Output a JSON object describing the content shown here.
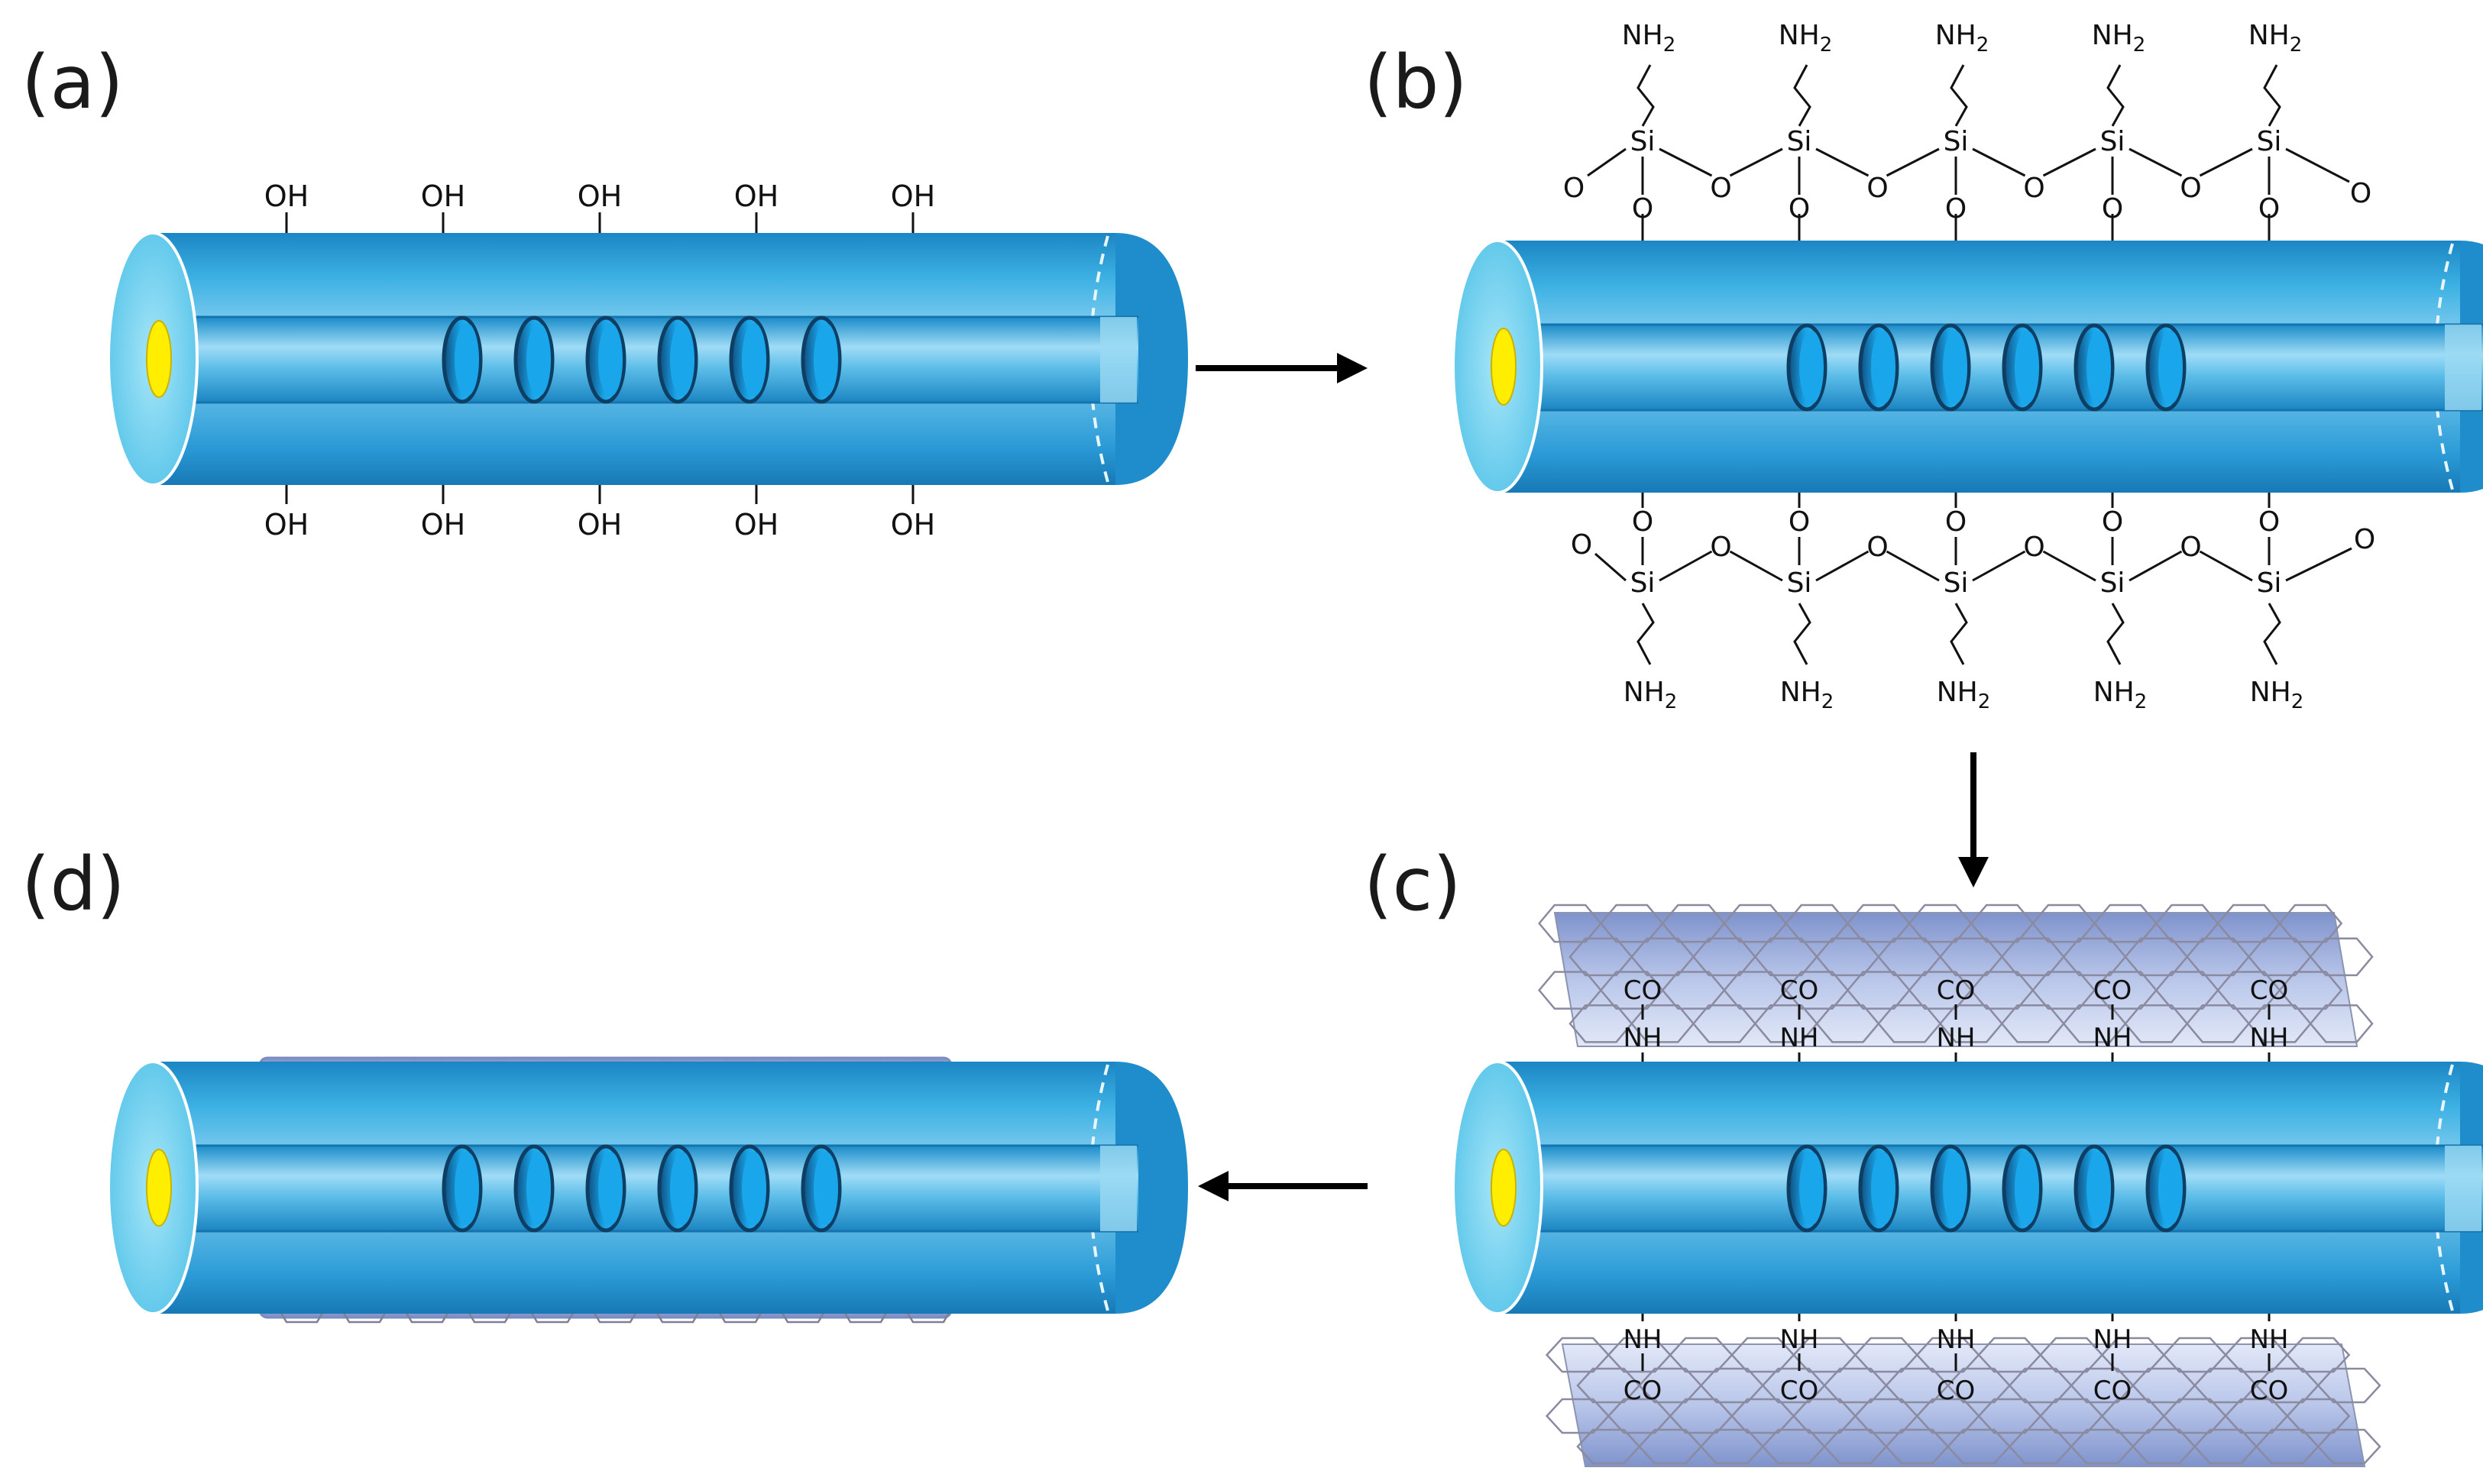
{
  "panels": {
    "a": {
      "label": "(a)",
      "group": "OH"
    },
    "b": {
      "label": "(b)",
      "amine": "NH",
      "amine_sub": "2",
      "silicon": "Si",
      "oxygen": "O"
    },
    "c": {
      "label": "(c)",
      "amide_nh": "NH",
      "carbonyl": "CO"
    },
    "d": {
      "label": "(d)"
    }
  },
  "colors": {
    "fiber_body": "#2a9fd8",
    "fiber_end": "#7fd6f0",
    "core": "#ffee00",
    "grating": "#1aa0e0",
    "graphene": "#8c9fd4",
    "arrow": "#000000"
  }
}
